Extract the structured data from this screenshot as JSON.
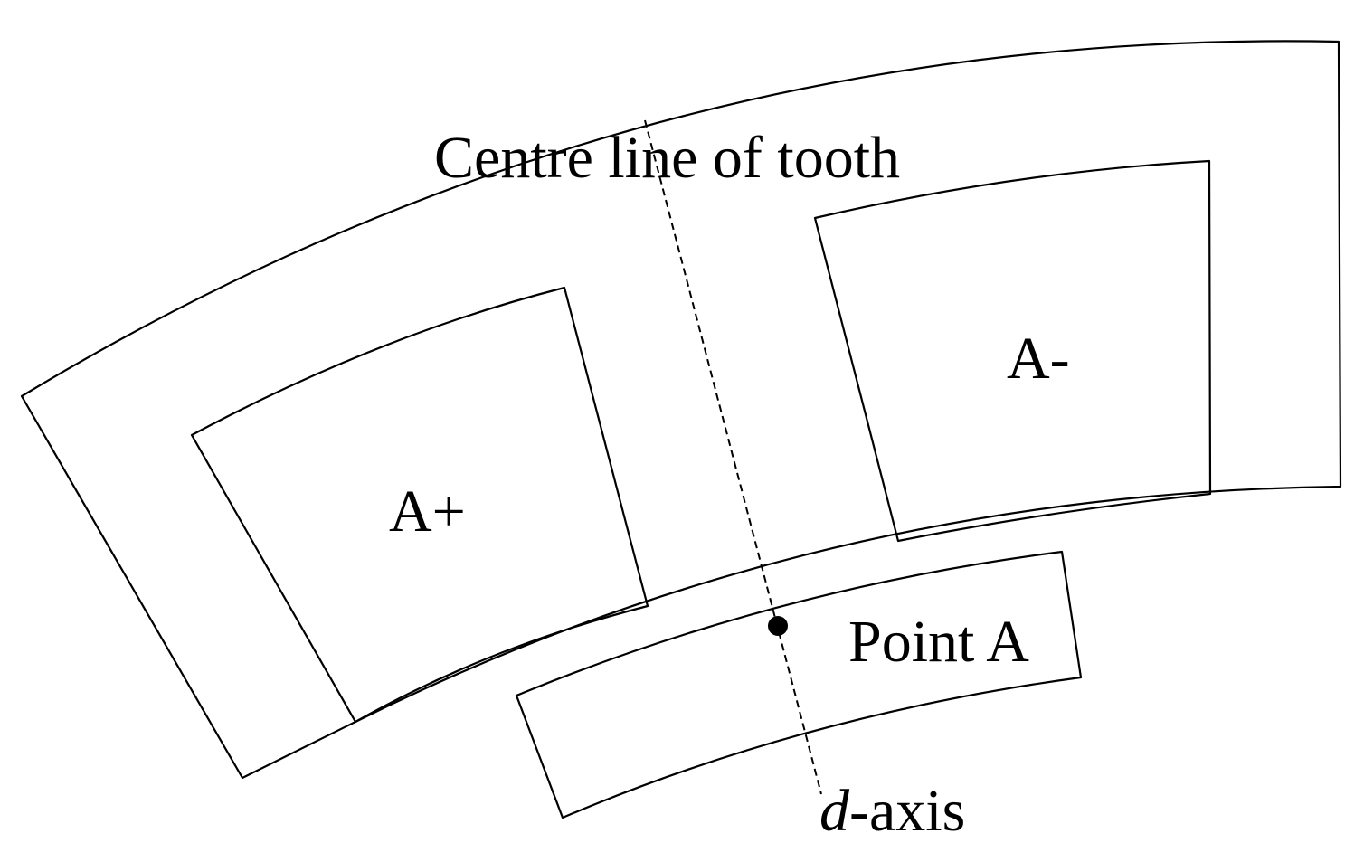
{
  "labels": {
    "centre_line": "Centre line of tooth",
    "slot_left": "A+",
    "slot_right": "A-",
    "point": "Point A",
    "axis_italic": "d",
    "axis_rest": "-axis"
  },
  "colors": {
    "line": "#000000",
    "text": "#000000",
    "background": "#ffffff"
  }
}
